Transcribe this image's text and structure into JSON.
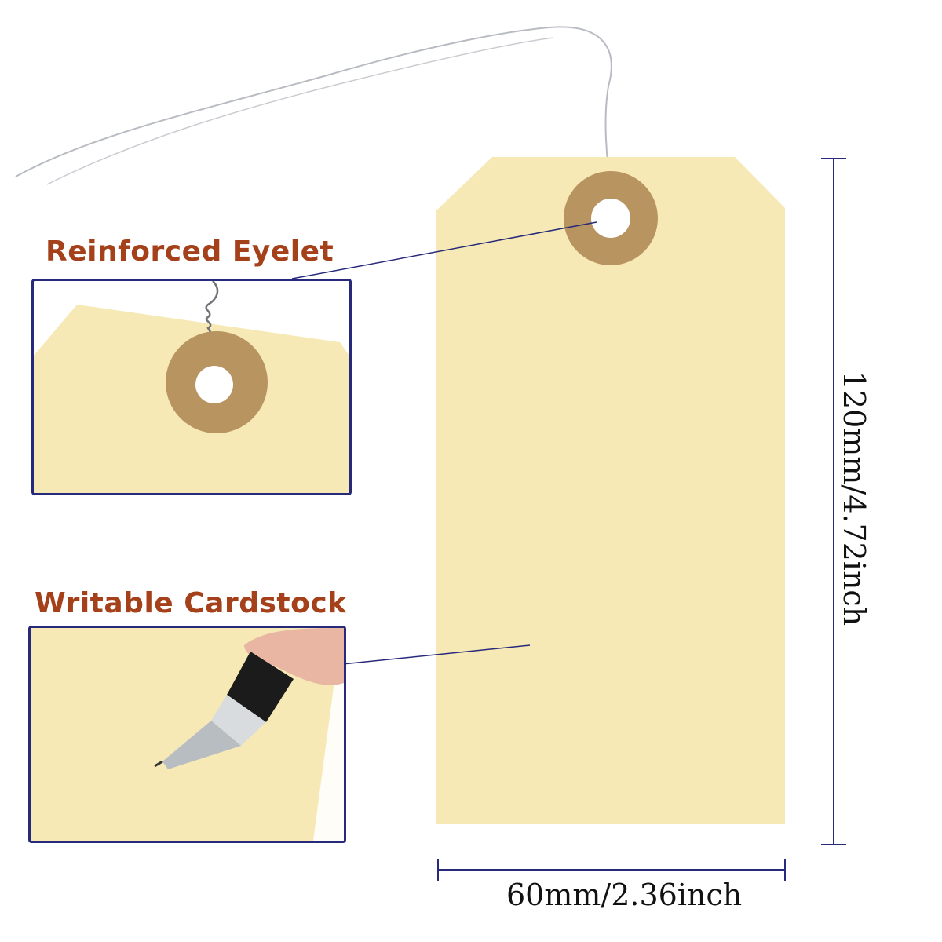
{
  "callouts": {
    "eyelet_title": "Reinforced Eyelet",
    "cardstock_title": "Writable Cardstock"
  },
  "dimensions": {
    "width_label": "60mm/2.36inch",
    "height_label": "120mm/4.72inch"
  },
  "colors": {
    "tag": "#f7e9b5",
    "eyelet": "#b89461",
    "callout_text": "#a5411a",
    "frame": "#27297a"
  }
}
